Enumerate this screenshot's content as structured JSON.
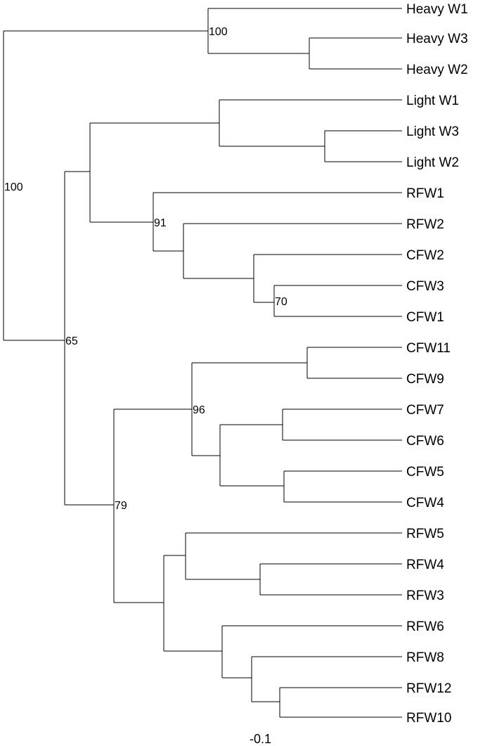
{
  "tips": [
    "Heavy W1",
    "Heavy W3",
    "Heavy W2",
    "Light W1",
    "Light W3",
    "Light W2",
    "RFW1",
    "RFW2",
    "CFW2",
    "CFW3",
    "CFW1",
    "CFW11",
    "CFW9",
    "CFW7",
    "CFW6",
    "CFW5",
    "CFW4",
    "RFW5",
    "RFW4",
    "RFW3",
    "RFW6",
    "RFW8",
    "RFW12",
    "RFW10"
  ],
  "bootstrap": {
    "heavy_clade": "100",
    "root_split": "100",
    "rfw_cfw_clade": "91",
    "cfw3_cfw1": "70",
    "lower_clade": "65",
    "cfw_clade": "96",
    "lower_rfw_cfw": "79"
  },
  "scale_label": "-0.1"
}
